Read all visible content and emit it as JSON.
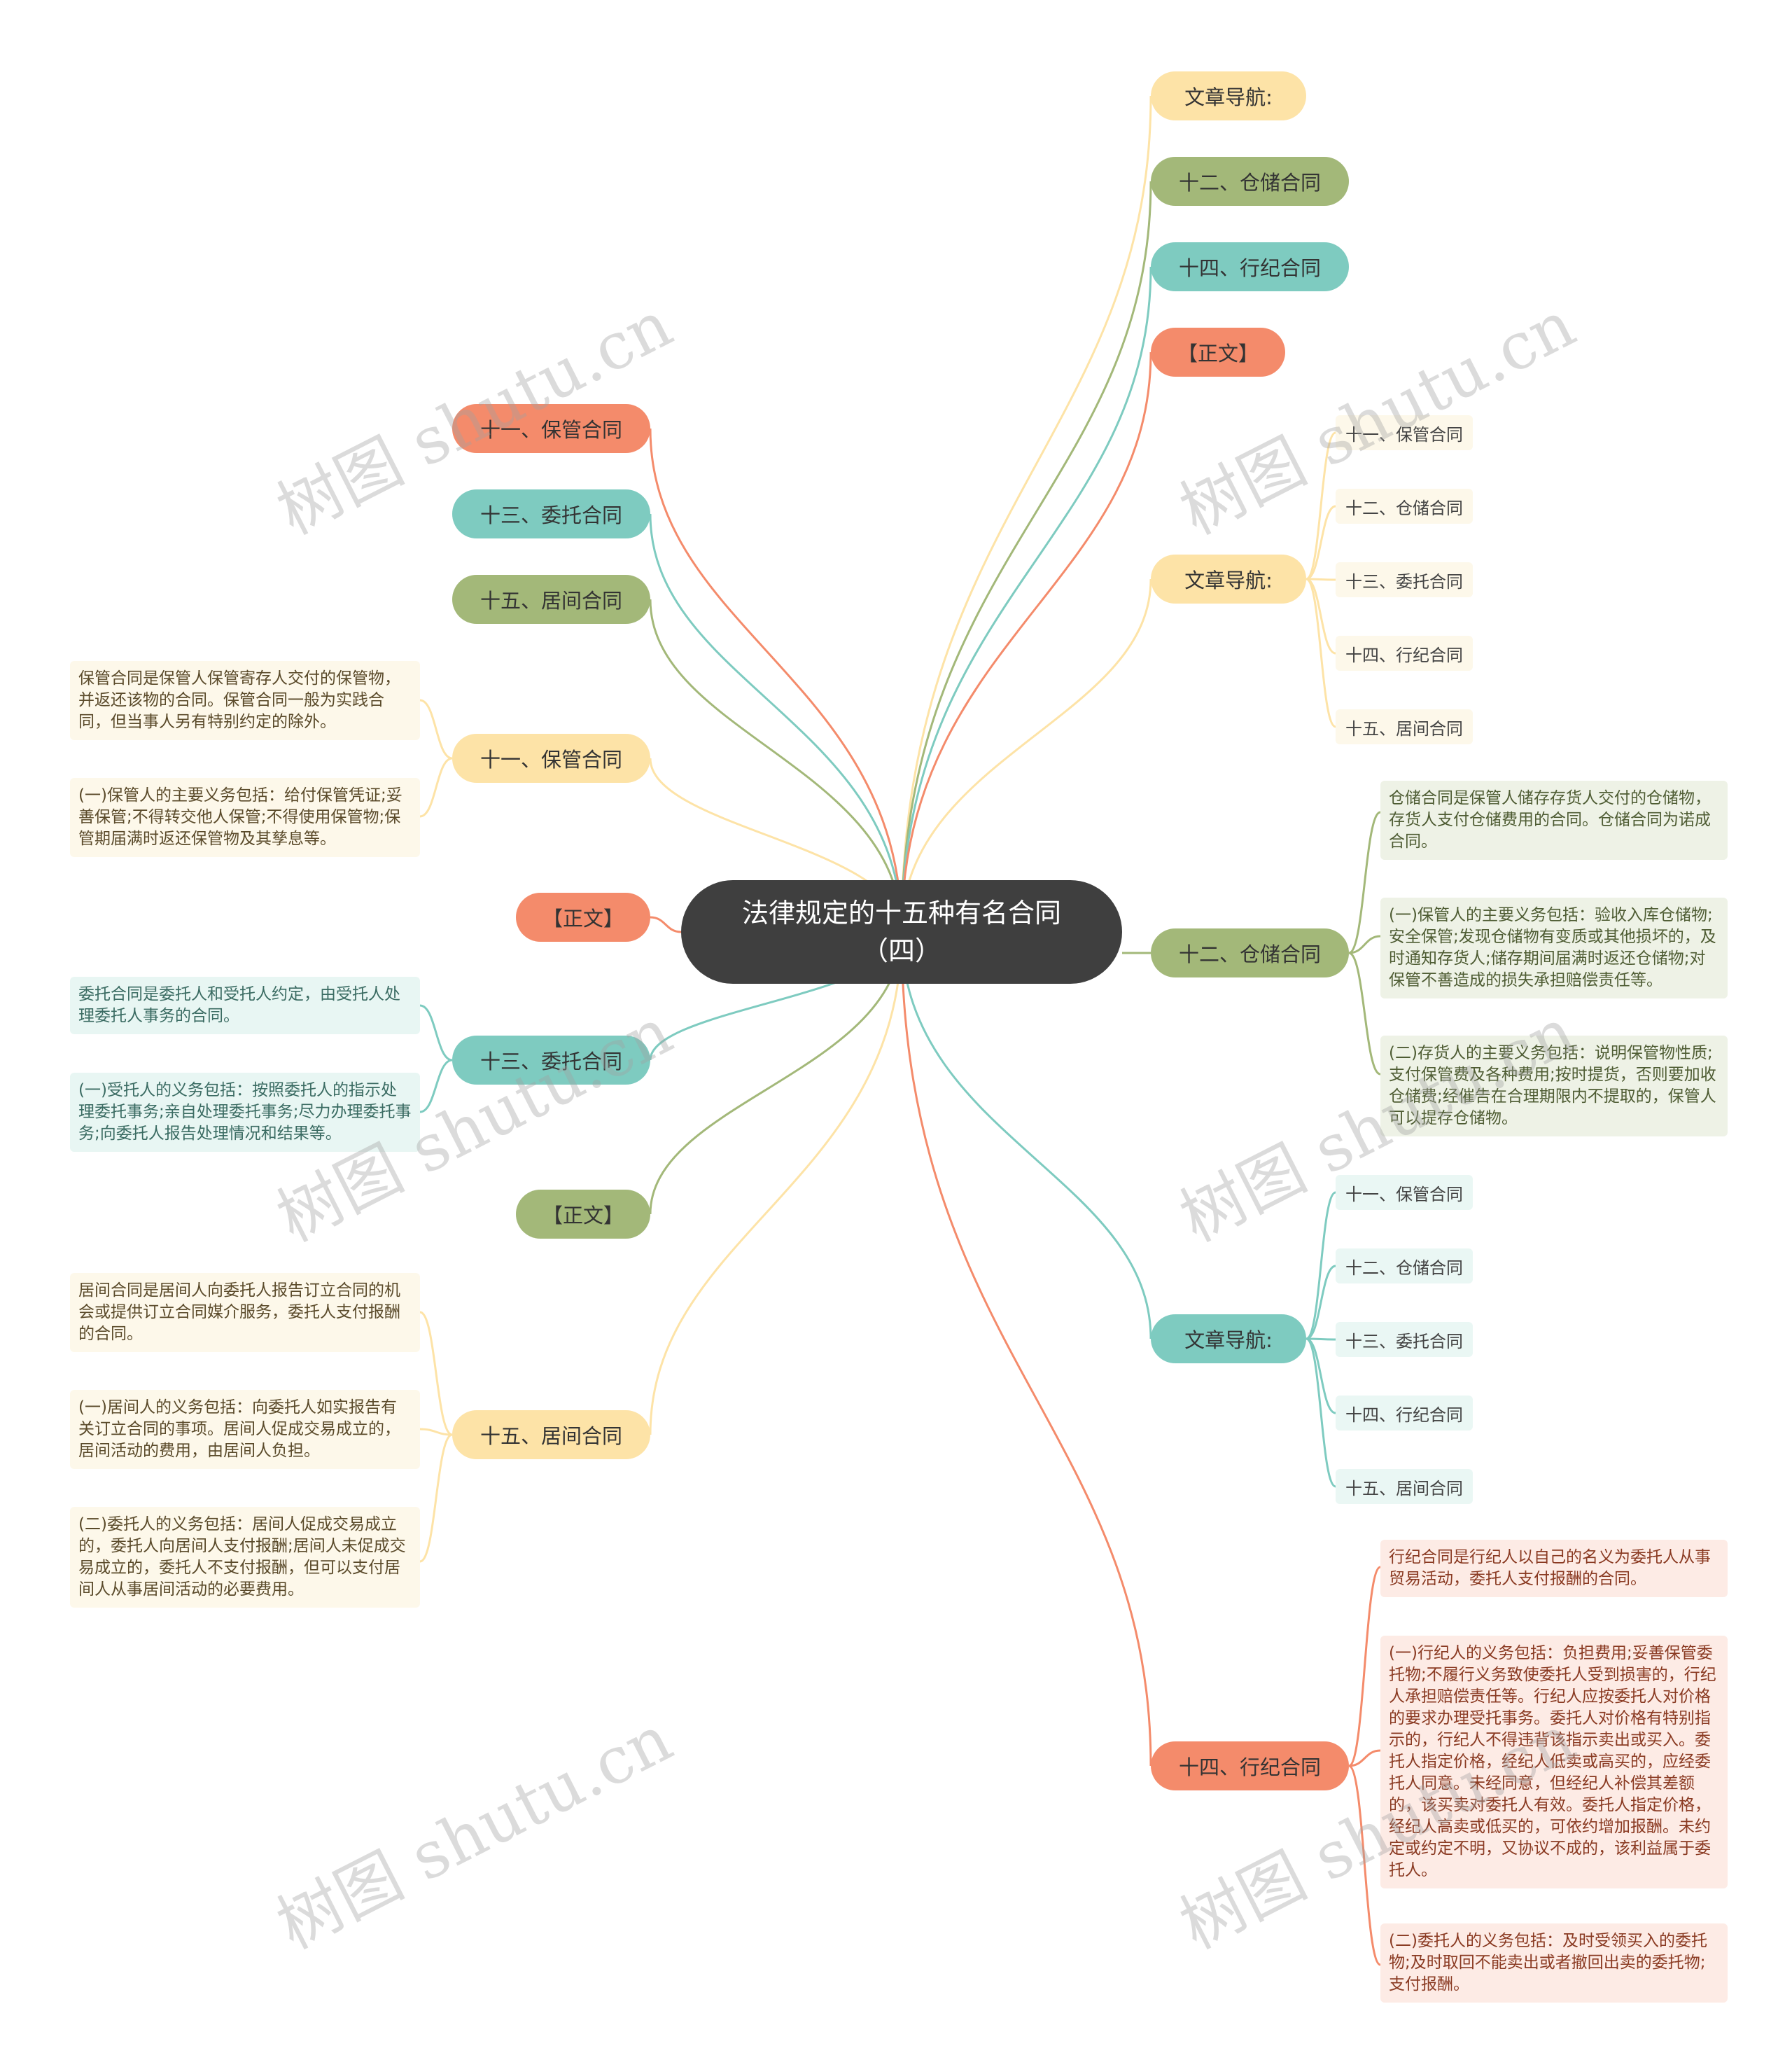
{
  "center": {
    "title": "法律规定的十五种有名合同（四）"
  },
  "right": {
    "nav_top": {
      "label": "文章导航:"
    },
    "b12": {
      "label": "十二、仓储合同"
    },
    "b14": {
      "label": "十四、行纪合同"
    },
    "zhengwen": {
      "label": "【正文】"
    },
    "nav2": {
      "label": "文章导航:",
      "items": [
        "十一、保管合同",
        "十二、仓储合同",
        "十三、委托合同",
        "十四、行纪合同",
        "十五、居间合同"
      ]
    },
    "cangchu": {
      "label": "十二、仓储合同",
      "notes": [
        "仓储合同是保管人储存存货人交付的仓储物，存货人支付仓储费用的合同。仓储合同为诺成合同。",
        "(一)保管人的主要义务包括：验收入库仓储物;安全保管;发现仓储物有变质或其他损坏的，及时通知存货人;储存期间届满时返还仓储物;对保管不善造成的损失承担赔偿责任等。",
        "(二)存货人的主要义务包括：说明保管物性质;支付保管费及各种费用;按时提货，否则要加收仓储费;经催告在合理期限内不提取的，保管人可以提存仓储物。"
      ]
    },
    "nav3": {
      "label": "文章导航:",
      "items": [
        "十一、保管合同",
        "十二、仓储合同",
        "十三、委托合同",
        "十四、行纪合同",
        "十五、居间合同"
      ]
    },
    "hangji": {
      "label": "十四、行纪合同",
      "notes": [
        "行纪合同是行纪人以自己的名义为委托人从事贸易活动，委托人支付报酬的合同。",
        "(一)行纪人的义务包括：负担费用;妥善保管委托物;不履行义务致使委托人受到损害的，行纪人承担赔偿责任等。行纪人应按委托人对价格的要求办理受托事务。委托人对价格有特别指示的，行纪人不得违背该指示卖出或买入。委托人指定价格，经纪人低卖或高买的，应经委托人同意。未经同意，但经纪人补偿其差额的，该买卖对委托人有效。委托人指定价格，经纪人高卖或低买的，可依约增加报酬。未约定或约定不明，又协议不成的，该利益属于委托人。",
        "(二)委托人的义务包括：及时受领买入的委托物;及时取回不能卖出或者撤回出卖的委托物;支付报酬。"
      ]
    }
  },
  "left": {
    "b11": {
      "label": "十一、保管合同"
    },
    "b13": {
      "label": "十三、委托合同"
    },
    "b15": {
      "label": "十五、居间合同"
    },
    "baoguan": {
      "label": "十一、保管合同",
      "notes": [
        "保管合同是保管人保管寄存人交付的保管物，并返还该物的合同。保管合同一般为实践合同，但当事人另有特别约定的除外。",
        "(一)保管人的主要义务包括：给付保管凭证;妥善保管;不得转交他人保管;不得使用保管物;保管期届满时返还保管物及其孳息等。"
      ]
    },
    "zhengwen1": {
      "label": "【正文】"
    },
    "weituo": {
      "label": "十三、委托合同",
      "notes": [
        "委托合同是委托人和受托人约定，由受托人处理委托人事务的合同。",
        "(一)受托人的义务包括：按照委托人的指示处理委托事务;亲自处理委托事务;尽力办理委托事务;向委托人报告处理情况和结果等。"
      ]
    },
    "zhengwen2": {
      "label": "【正文】"
    },
    "jujian": {
      "label": "十五、居间合同",
      "notes": [
        "居间合同是居间人向委托人报告订立合同的机会或提供订立合同媒介服务，委托人支付报酬的合同。",
        "(一)居间人的义务包括：向委托人如实报告有关订立合同的事项。居间人促成交易成立的，居间活动的费用，由居间人负担。",
        "(二)委托人的义务包括：居间人促成交易成立的，委托人向居间人支付报酬;居间人未促成交易成立的，委托人不支付报酬，但可以支付居间人从事居间活动的必要费用。"
      ]
    }
  },
  "watermark": {
    "text": "树图 shutu.cn"
  },
  "colors": {
    "orange": "#f48b6b",
    "teal": "#7ecbc0",
    "green": "#a3b879",
    "yellow": "#fde3a7",
    "center": "#3f3f3f",
    "bg": "#ffffff"
  }
}
